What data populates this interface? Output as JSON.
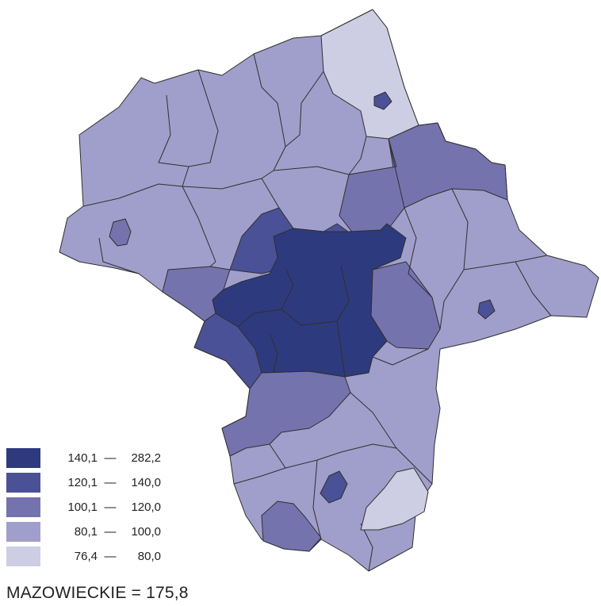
{
  "palette": {
    "class1": "#2e3a7e",
    "class2": "#4b5196",
    "class3": "#7573ad",
    "class4": "#a09fcb",
    "class5": "#cdcde3"
  },
  "legend": [
    {
      "from": "140,1",
      "sep": "—",
      "to": "282,2",
      "color": "#2e3a7e"
    },
    {
      "from": "120,1",
      "sep": "—",
      "to": "140,0",
      "color": "#4b5196"
    },
    {
      "from": "100,1",
      "sep": "—",
      "to": "120,0",
      "color": "#7573ad"
    },
    {
      "from": "80,1",
      "sep": "—",
      "to": "100,0",
      "color": "#a09fcb"
    },
    {
      "from": "76,4",
      "sep": "—",
      "to": "80,0",
      "color": "#cdcde3"
    }
  ],
  "summary": {
    "region": "MAZOWIECKIE",
    "equals": "=",
    "value": "175,8"
  }
}
